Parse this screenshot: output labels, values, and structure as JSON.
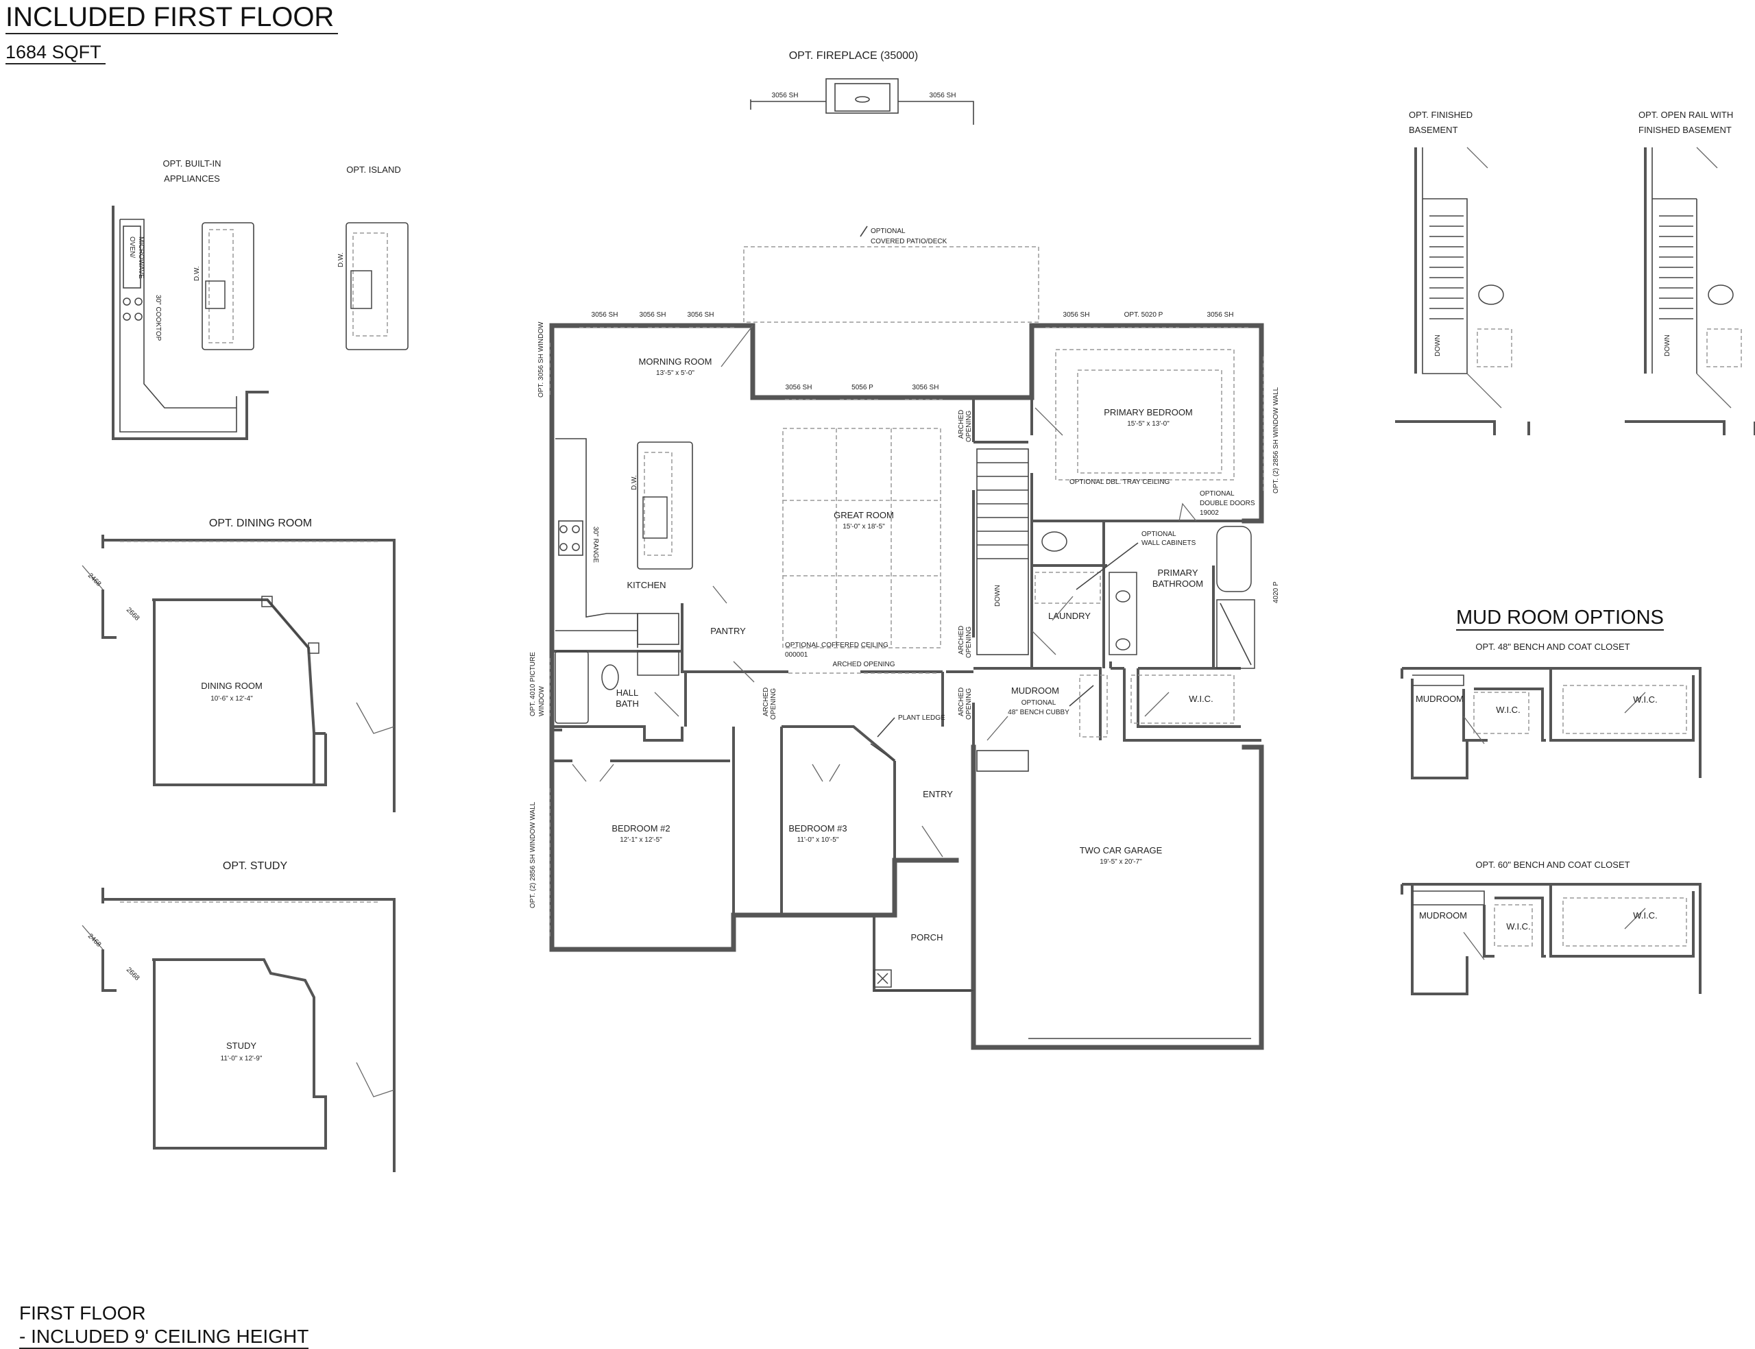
{
  "header": {
    "title": "INCLUDED FIRST FLOOR",
    "sqft": "1684 SQFT",
    "mud_room_options": "MUD ROOM OPTIONS",
    "footer_line1": "FIRST FLOOR",
    "footer_line2": "- INCLUDED 9' CEILING HEIGHT"
  },
  "options": {
    "fireplace": "OPT. FIREPLACE (35000)",
    "built_in_1": "OPT. BUILT-IN",
    "built_in_2": "APPLIANCES",
    "island": "OPT. ISLAND",
    "dining_room": "OPT. DINING ROOM",
    "study": "OPT. STUDY",
    "finished_basement_1": "OPT. FINISHED",
    "finished_basement_2": "BASEMENT",
    "open_rail_1": "OPT. OPEN RAIL WITH",
    "open_rail_2": "FINISHED BASEMENT",
    "bench_48": "OPT. 48\" BENCH AND COAT CLOSET",
    "bench_60": "OPT. 60\" BENCH AND COAT CLOSET"
  },
  "rooms": {
    "morning_room": {
      "name": "MORNING ROOM",
      "size": "13'-5\" x 5'-0\""
    },
    "great_room": {
      "name": "GREAT ROOM",
      "size": "15'-0\" x 18'-5\""
    },
    "primary_bedroom": {
      "name": "PRIMARY BEDROOM",
      "size": "15'-5\" x 13'-0\""
    },
    "kitchen": {
      "name": "KITCHEN"
    },
    "pantry": {
      "name": "PANTRY"
    },
    "laundry": {
      "name": "LAUNDRY"
    },
    "primary_bathroom_1": "PRIMARY",
    "primary_bathroom_2": "BATHROOM",
    "hall_bath_1": "HALL",
    "hall_bath_2": "BATH",
    "wic": "W.I.C.",
    "mudroom": {
      "name": "MUDROOM"
    },
    "bedroom2": {
      "name": "BEDROOM #2",
      "size": "12'-1\" x 12'-5\""
    },
    "bedroom3": {
      "name": "BEDROOM #3",
      "size": "11'-0\" x 10'-5\""
    },
    "entry": {
      "name": "ENTRY"
    },
    "porch": {
      "name": "PORCH"
    },
    "garage": {
      "name": "TWO CAR GARAGE",
      "size": "19'-5\" x 20'-7\""
    },
    "dining_room": {
      "name": "DINING ROOM",
      "size": "10'-6\" x 12'-4\""
    },
    "study": {
      "name": "STUDY",
      "size": "11'-0\" x 12'-9\""
    }
  },
  "notes": {
    "covered_patio_1": "OPTIONAL",
    "covered_patio_2": "COVERED PATIO/DECK",
    "window_3056_sh": "3056 SH",
    "window_5056_p": "5056 P",
    "window_5020_p": "OPT. 5020 P",
    "window_4020_p": "4020 P",
    "opt_3056_sh_window": "OPT. 3056 SH WINDOW",
    "opt_2856_sh_window_wall": "OPT. (2) 2856 SH WINDOW WALL",
    "opt_4010_picture_1": "OPT. 4010 PICTURE",
    "opt_4010_picture_2": "WINDOW",
    "arched_1": "ARCHED",
    "arched_2": "OPENING",
    "arched_opening": "ARCHED OPENING",
    "coffered_ceiling": "OPTIONAL COFFERED CEILING",
    "coffered_code": "000001",
    "tray_ceiling": "OPTIONAL DBL. TRAY CEILING",
    "double_doors_1": "OPTIONAL",
    "double_doors_2": "DOUBLE DOORS",
    "double_doors_3": "19002",
    "wall_cabinets_1": "OPTIONAL",
    "wall_cabinets_2": "WALL CABINETS",
    "bench_cubby_1": "OPTIONAL",
    "bench_cubby_2": "48\" BENCH CUBBY",
    "plant_ledge": "PLANT LEDGE",
    "range_30": "30\" RANGE",
    "cooktop_30": "30\" COOKTOP",
    "oven_micro_1": "OVEN/",
    "oven_micro_2": "MICROWAVE",
    "dw": "D.W.",
    "down": "DOWN",
    "door_2468": "2468",
    "door_2668": "2668"
  }
}
